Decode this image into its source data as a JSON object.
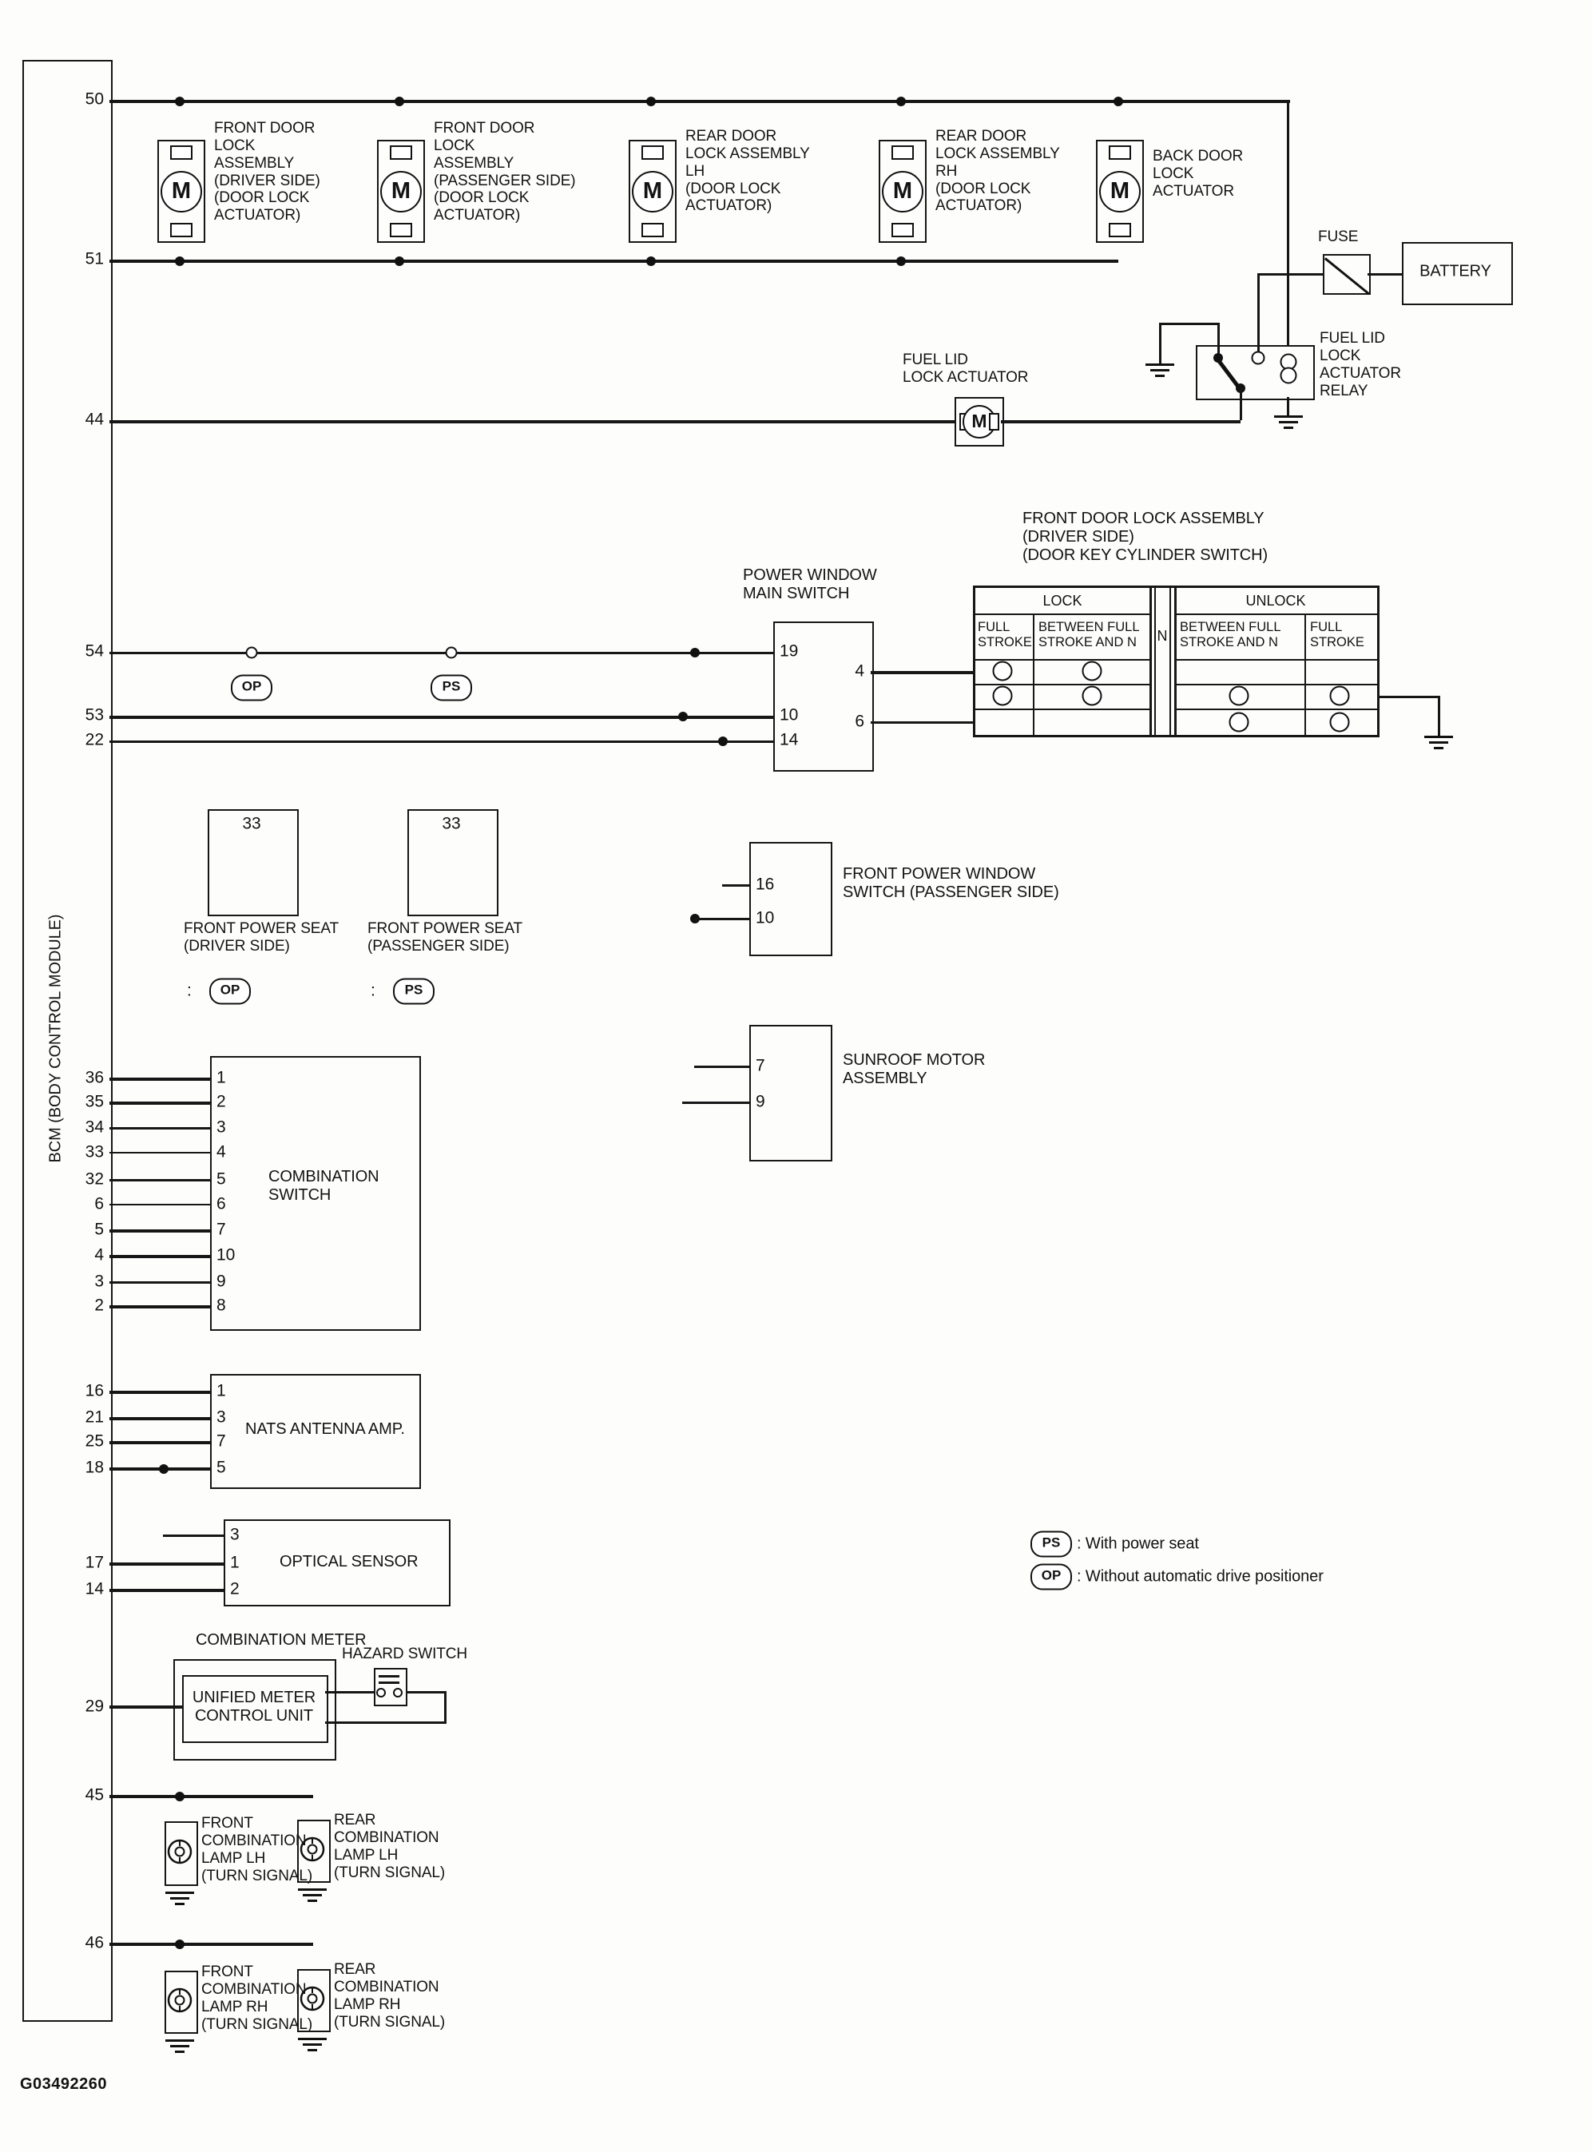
{
  "figure_id": "G03492260",
  "bcm": {
    "label": "BCM (BODY CONTROL MODULE)",
    "pins": {
      "p50": "50",
      "p51": "51",
      "p44": "44",
      "p54": "54",
      "p53": "53",
      "p22": "22",
      "p36": "36",
      "p35": "35",
      "p34": "34",
      "p33": "33",
      "p32": "32",
      "p6": "6",
      "p5": "5",
      "p4": "4",
      "p3": "3",
      "p2": "2",
      "p16": "16",
      "p21": "21",
      "p25": "25",
      "p18": "18",
      "p17": "17",
      "p14": "14",
      "p29": "29",
      "p45": "45",
      "p46": "46"
    }
  },
  "door_lock_actuators": {
    "motor_symbol": "M",
    "items": [
      {
        "label": "FRONT DOOR\nLOCK\nASSEMBLY\n(DRIVER SIDE)\n(DOOR LOCK\nACTUATOR)"
      },
      {
        "label": "FRONT DOOR\nLOCK\nASSEMBLY\n(PASSENGER SIDE)\n(DOOR LOCK\nACTUATOR)"
      },
      {
        "label": "REAR DOOR\nLOCK ASSEMBLY\nLH\n(DOOR LOCK\nACTUATOR)"
      },
      {
        "label": "REAR DOOR\nLOCK ASSEMBLY\nRH\n(DOOR LOCK\nACTUATOR)"
      },
      {
        "label": "BACK DOOR\nLOCK\nACTUATOR"
      }
    ]
  },
  "power": {
    "fuse": "FUSE",
    "battery": "BATTERY"
  },
  "fuel_lid": {
    "actuator": "FUEL LID\nLOCK ACTUATOR",
    "relay": "FUEL LID\nLOCK\nACTUATOR\nRELAY"
  },
  "key_cylinder": {
    "title": "FRONT DOOR LOCK ASSEMBLY\n(DRIVER SIDE)\n(DOOR KEY CYLINDER SWITCH)",
    "lock": "LOCK",
    "unlock": "UNLOCK",
    "n": "N",
    "full_stroke": "FULL\nSTROKE",
    "between": "BETWEEN FULL\nSTROKE AND N"
  },
  "pw_main_switch": {
    "label": "POWER WINDOW\nMAIN SWITCH",
    "pin19": "19",
    "pin10": "10",
    "pin14": "14",
    "pin4": "4",
    "pin6": "6"
  },
  "power_seats": {
    "driver": {
      "pin": "33",
      "label": "FRONT POWER SEAT\n(DRIVER SIDE)",
      "prefix": ":",
      "tag": "OP"
    },
    "passenger": {
      "pin": "33",
      "label": "FRONT POWER SEAT\n(PASSENGER SIDE)",
      "prefix": ":",
      "tag": "PS"
    },
    "op_inline": "OP",
    "ps_inline": "PS"
  },
  "pw_passenger_switch": {
    "label": "FRONT POWER WINDOW\nSWITCH (PASSENGER SIDE)",
    "pin16": "16",
    "pin10": "10"
  },
  "sunroof": {
    "label": "SUNROOF MOTOR\nASSEMBLY",
    "pin7": "7",
    "pin9": "9"
  },
  "combination_switch": {
    "label": "COMBINATION\nSWITCH",
    "pins": [
      "1",
      "2",
      "3",
      "4",
      "5",
      "6",
      "7",
      "10",
      "9",
      "8"
    ]
  },
  "nats": {
    "label": "NATS ANTENNA AMP.",
    "pins": [
      "1",
      "3",
      "7",
      "5"
    ]
  },
  "optical_sensor": {
    "label": "OPTICAL SENSOR",
    "pins": [
      "3",
      "1",
      "2"
    ]
  },
  "combination_meter": {
    "label": "COMBINATION METER",
    "unit": "UNIFIED METER\nCONTROL UNIT"
  },
  "hazard_switch": {
    "label": "HAZARD SWITCH"
  },
  "lamps": {
    "front_lh": "FRONT\nCOMBINATION\nLAMP LH\n(TURN SIGNAL)",
    "rear_lh": "REAR\nCOMBINATION\nLAMP LH\n(TURN SIGNAL)",
    "front_rh": "FRONT\nCOMBINATION\nLAMP RH\n(TURN SIGNAL)",
    "rear_rh": "REAR\nCOMBINATION\nLAMP RH\n(TURN SIGNAL)"
  },
  "legend": {
    "ps_tag": "PS",
    "ps_text": ": With power seat",
    "op_tag": "OP",
    "op_text": ": Without automatic drive positioner"
  }
}
